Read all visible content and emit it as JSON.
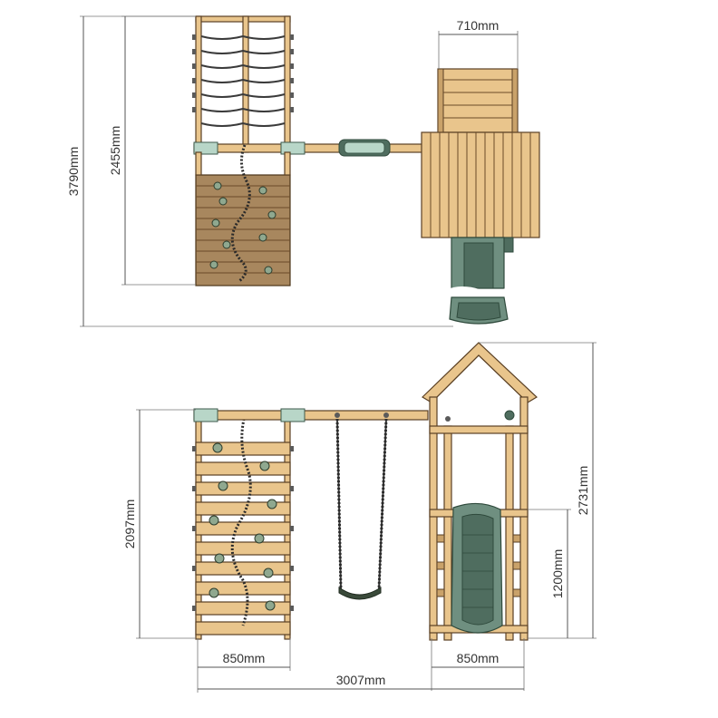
{
  "dimensions": {
    "top_width_710": "710mm",
    "total_length_3790": "3790mm",
    "wall_length_2455": "2455mm",
    "wall_height_2097": "2097mm",
    "tower_height_2731": "2731mm",
    "platform_height_1200": "1200mm",
    "wall_width_850": "850mm",
    "tower_width_850": "850mm",
    "total_width_3007": "3007mm"
  },
  "colors": {
    "wood": "#e9c58c",
    "wood_dark": "#a8875e",
    "slide_green": "#6f8f80",
    "bracket_green": "#b8d6c8"
  }
}
